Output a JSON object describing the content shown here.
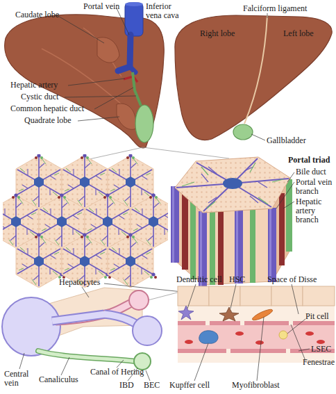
{
  "diagram": {
    "labels": [
      "Caudate lobe",
      "Portal vein",
      "Inferior vena cava",
      "Right lobe",
      "Falciform ligament",
      "Left lobe",
      "Hepatic artery",
      "Cystic duct",
      "Common hepatic duct",
      "Quadrate lobe",
      "Gallbladder",
      "Portal triad",
      "Bile duct",
      "Portal vein branch",
      "Hepatic artery branch",
      "Hepatocytes",
      "Dendritic cell",
      "HSC",
      "Space of Disse",
      "Pit cell",
      "LSEC",
      "Fenestrae",
      "Central vein",
      "Canaliculus",
      "Canal of Hering",
      "IBD",
      "BEC",
      "Kupffer cell",
      "Myofibroblast"
    ]
  }
}
